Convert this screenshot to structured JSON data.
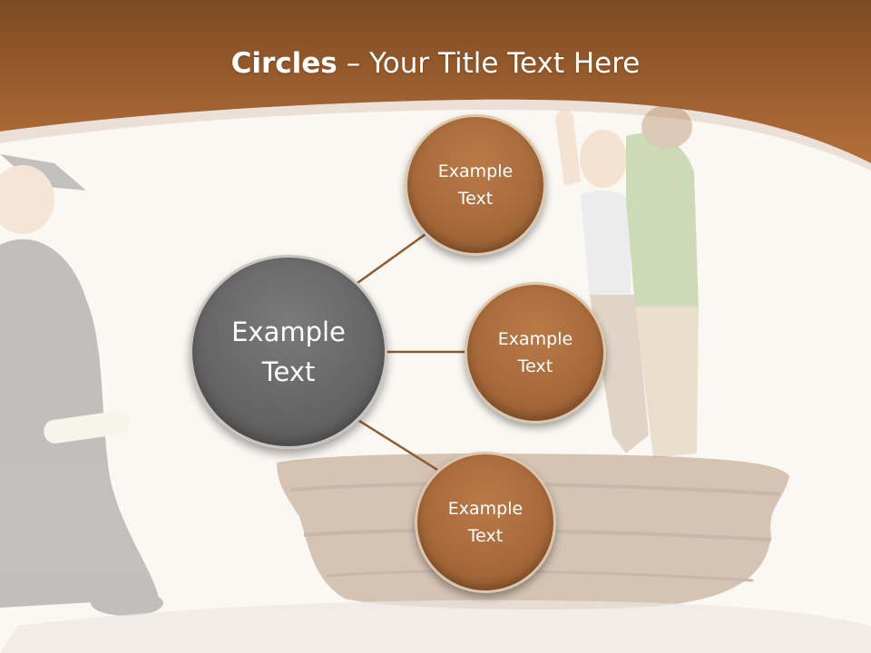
{
  "slide": {
    "title_bold": "Circles",
    "title_rest": " – Your Title Text Here"
  },
  "diagram": {
    "center": {
      "line1": "Example",
      "line2": "Text"
    },
    "nodes": [
      {
        "line1": "Example",
        "line2": "Text"
      },
      {
        "line1": "Example",
        "line2": "Text"
      },
      {
        "line1": "Example",
        "line2": "Text"
      }
    ]
  },
  "colors": {
    "header": "#a55f30",
    "center_circle": "#666666",
    "node_circle": "#a86a3b",
    "connector": "#8e5a31",
    "background": "#fbf8f4"
  }
}
